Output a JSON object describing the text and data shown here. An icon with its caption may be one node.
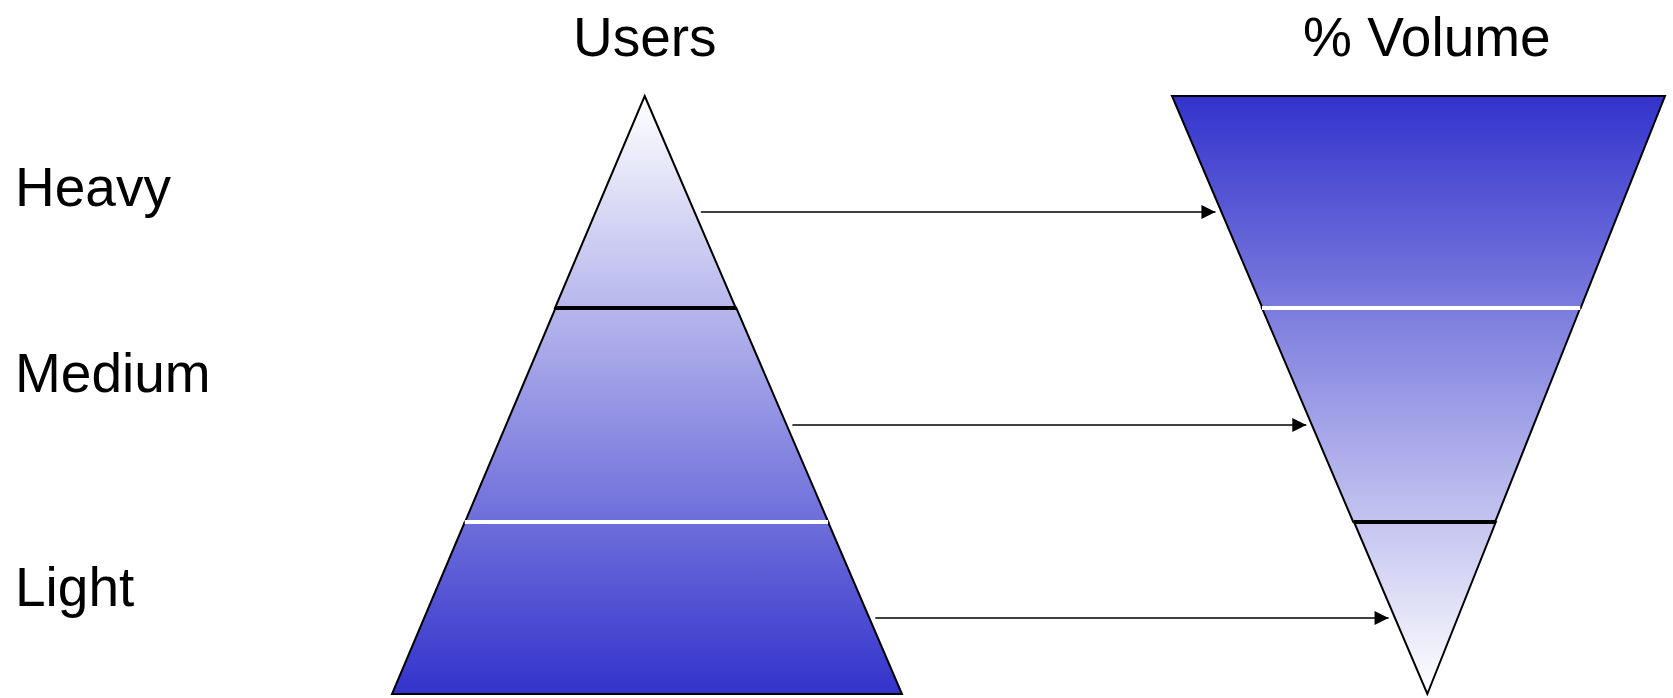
{
  "diagram": {
    "nodes": [
      {
        "text": [
          "Users"
        ]
      },
      {
        "text": [],
        "shape": "triangle",
        "in": 0
      },
      {
        "text": [],
        "shape": "trapezoid",
        "in": 0
      },
      {
        "text": [],
        "shape": "trapezoid",
        "in": 0
      },
      {
        "text": [
          "% Volume"
        ]
      },
      {
        "text": [],
        "shape": "trapezoid",
        "in": 4
      },
      {
        "text": [],
        "shape": "trapezoid",
        "in": 4
      },
      {
        "text": [],
        "shape": "triangle",
        "in": 4
      }
    ],
    "edges": [
      {
        "from": 1,
        "to": 5,
        "arrow": "to"
      },
      {
        "from": 2,
        "to": 6,
        "arrow": "to"
      },
      {
        "from": 3,
        "to": 7,
        "arrow": "to"
      }
    ],
    "labels": [
      "Heavy",
      "Medium",
      "Light"
    ]
  }
}
